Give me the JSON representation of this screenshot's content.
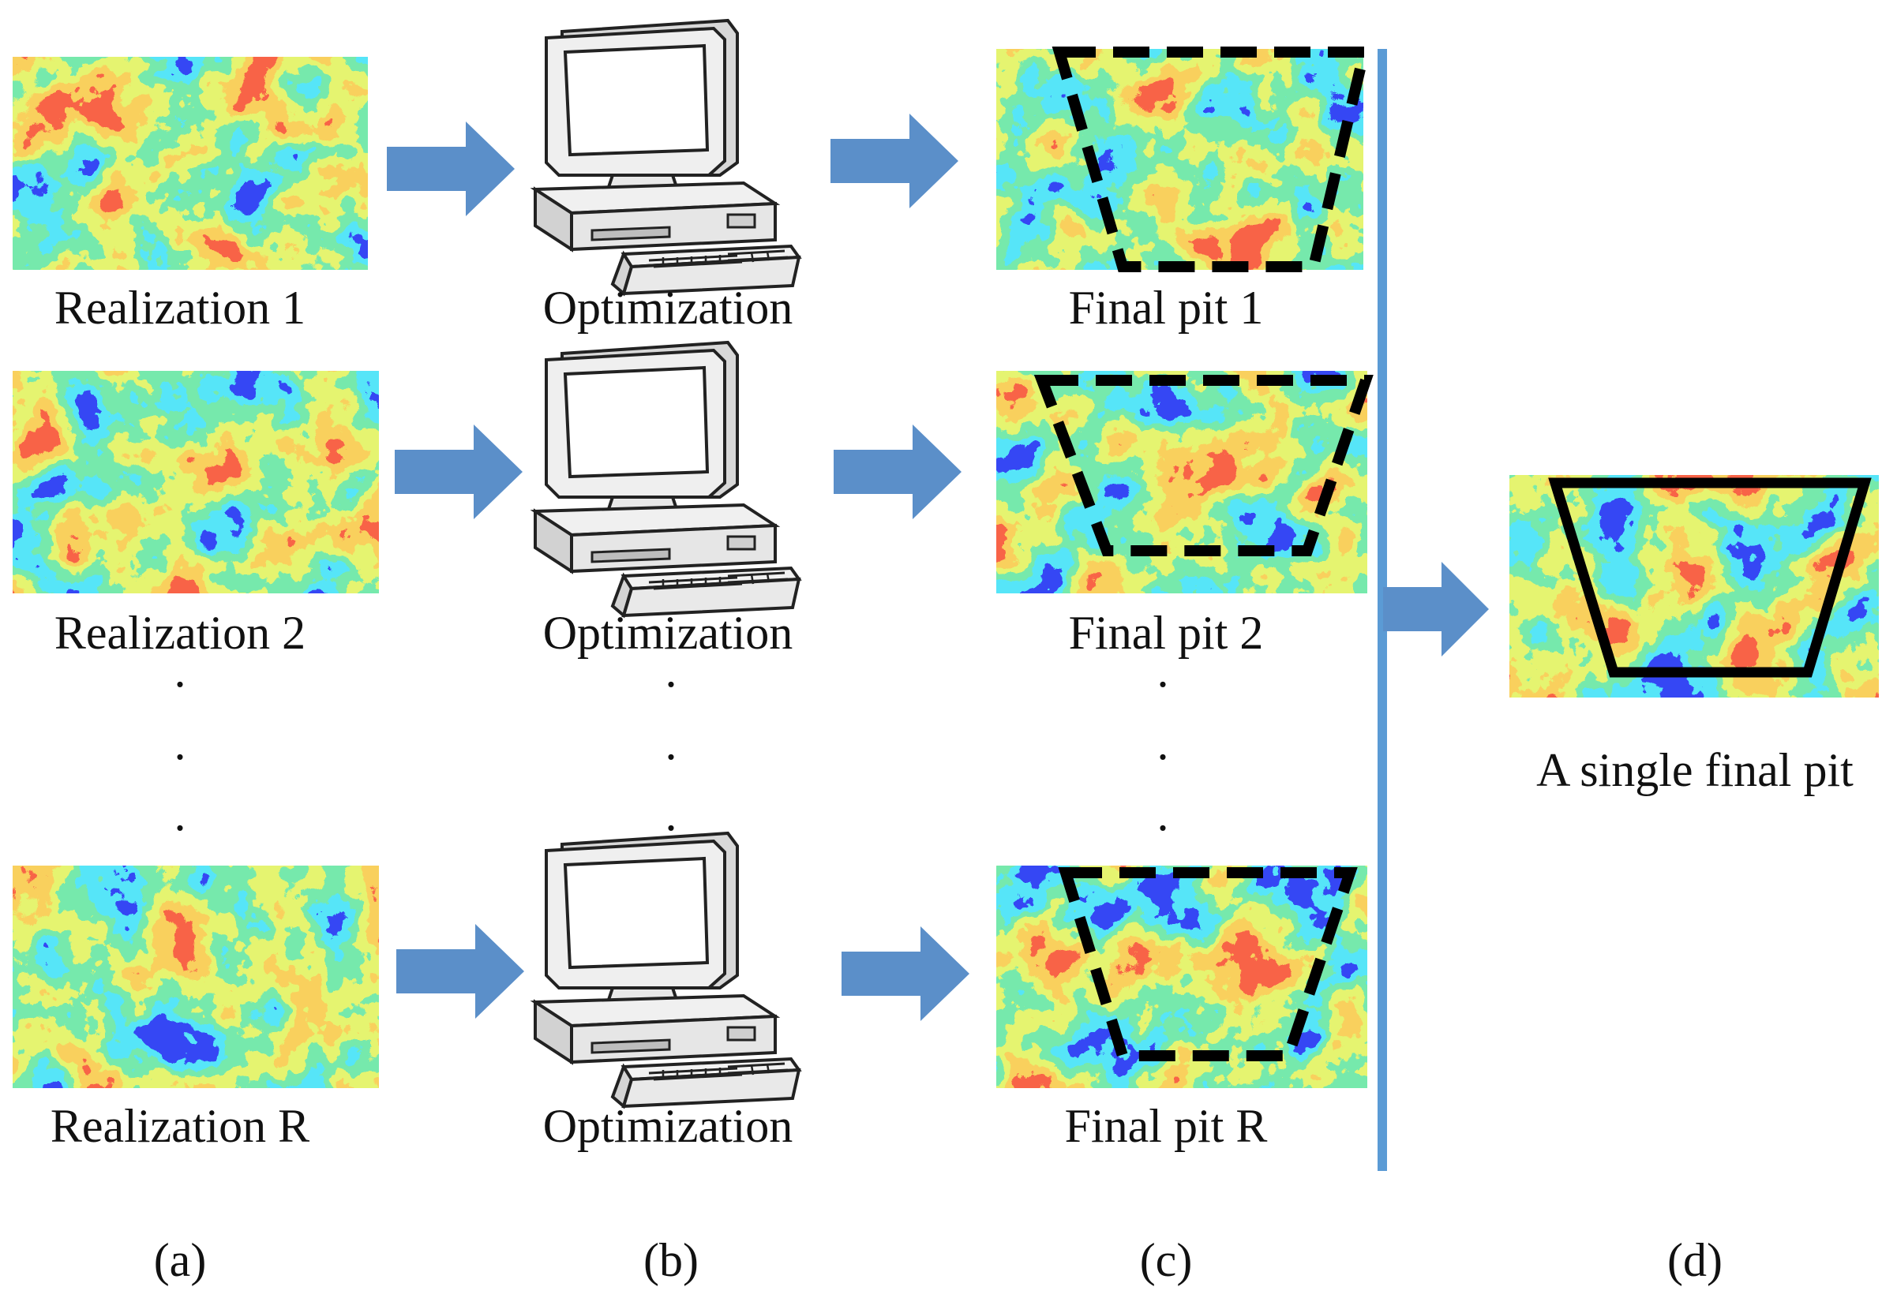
{
  "columns": {
    "a": {
      "labels": [
        "Realization 1",
        "Realization 2",
        "Realization R"
      ],
      "caption": "(a)"
    },
    "b": {
      "labels": [
        "Optimization",
        "Optimization",
        "Optimization"
      ],
      "caption": "(b)"
    },
    "c": {
      "labels": [
        "Final pit 1",
        "Final pit 2",
        "Final pit R"
      ],
      "caption": "(c)"
    },
    "d": {
      "label": "A single final pit",
      "caption": "(d)"
    }
  },
  "ellipsis_dot": ".",
  "colors": {
    "arrow": "#5b8fc9",
    "divider": "#5b9bd5",
    "pit_outline": "#000000",
    "heatmap": [
      "#0a10e6",
      "#18c8f0",
      "#2fd06a",
      "#c8e62a",
      "#f2a21c",
      "#f02010"
    ]
  }
}
